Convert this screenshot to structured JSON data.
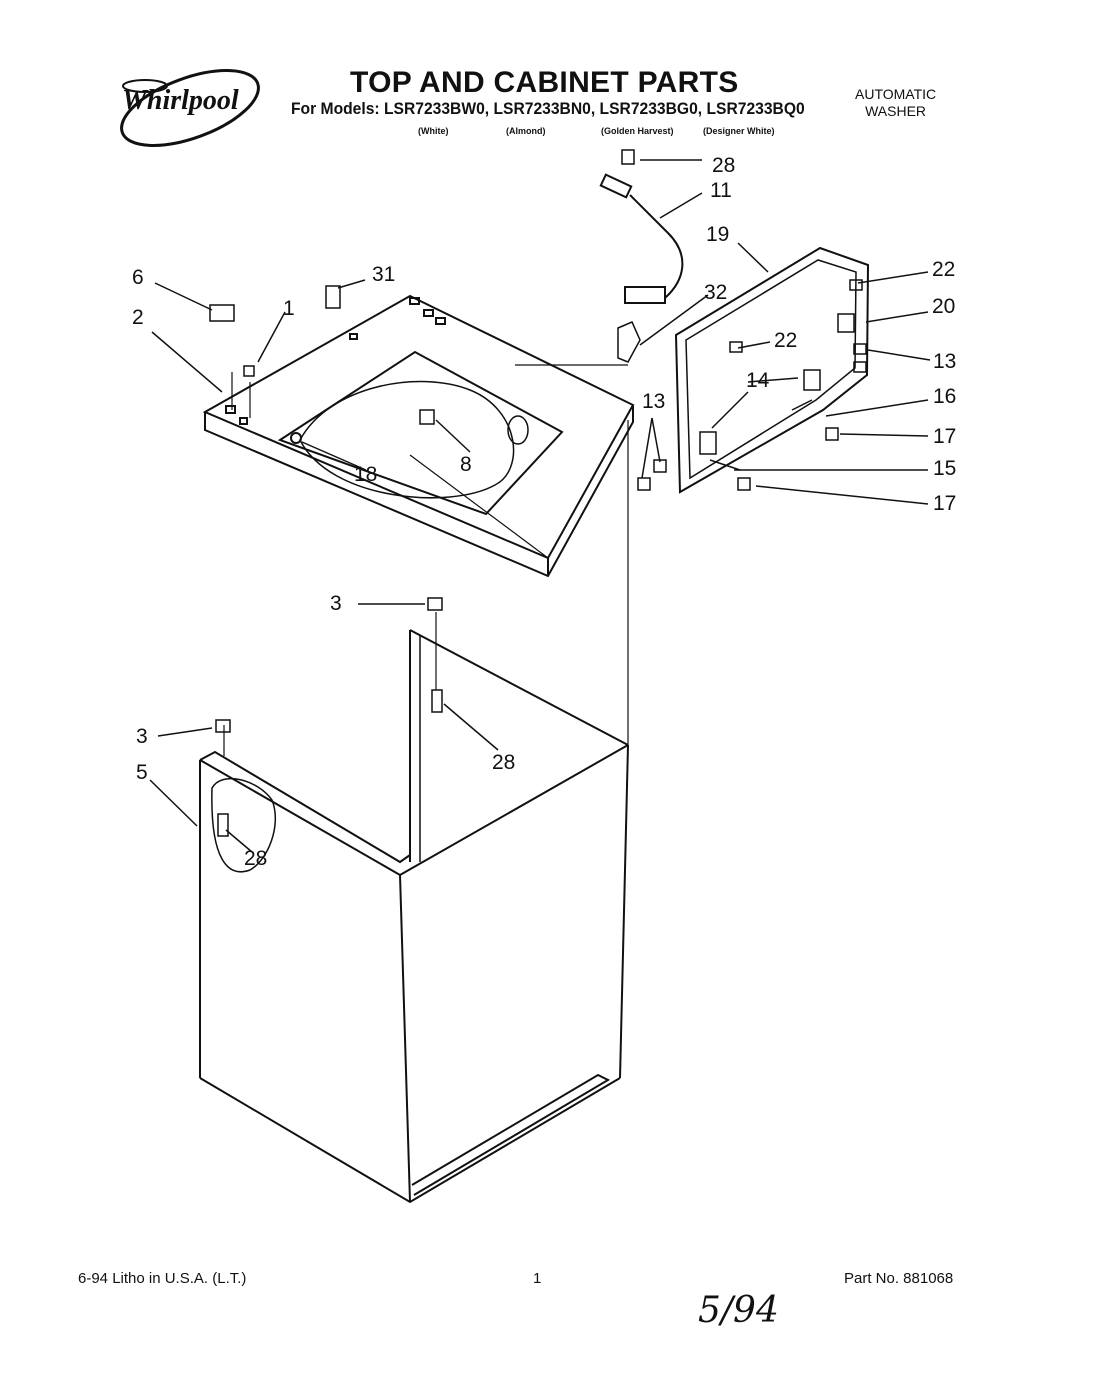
{
  "logo": {
    "text": "Whirlpool"
  },
  "header": {
    "title": "TOP AND CABINET PARTS",
    "models_line": "For Models: LSR7233BW0, LSR7233BN0, LSR7233BG0, LSR7233BQ0",
    "colors": [
      "(White)",
      "(Almond)",
      "(Golden Harvest)",
      "(Designer White)"
    ],
    "category_line1": "AUTOMATIC",
    "category_line2": "WASHER"
  },
  "callouts": [
    "28",
    "11",
    "19",
    "22",
    "6",
    "31",
    "1",
    "32",
    "2",
    "20",
    "22",
    "13",
    "14",
    "16",
    "13",
    "17",
    "15",
    "17",
    "8",
    "18",
    "3",
    "28",
    "3",
    "5",
    "28"
  ],
  "footer": {
    "left": "6-94  Litho in U.S.A.   (L.T.)",
    "center": "1",
    "right": "Part No. 881068"
  },
  "handwritten_note": "5/94"
}
